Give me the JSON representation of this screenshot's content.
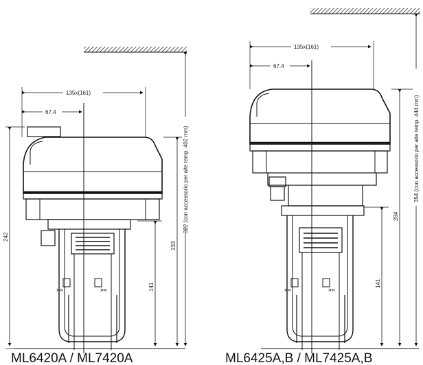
{
  "left_actuator": {
    "model_label": "ML6420A / ML7420A",
    "dims": {
      "width": "135x(161)",
      "half": "67.4",
      "total_height": "242",
      "body_height": "233",
      "lower_height": "141",
      "removal": "322 (con accessorio per alte temp. 402 mm)"
    }
  },
  "right_actuator": {
    "model_label": "ML6425A,B / ML7425A,B",
    "dims": {
      "width": "135x(161)",
      "half": "67.4",
      "body_height": "284",
      "lower_height": "141",
      "removal": "354 (con accessorio per alte temp. 444 mm)"
    }
  }
}
